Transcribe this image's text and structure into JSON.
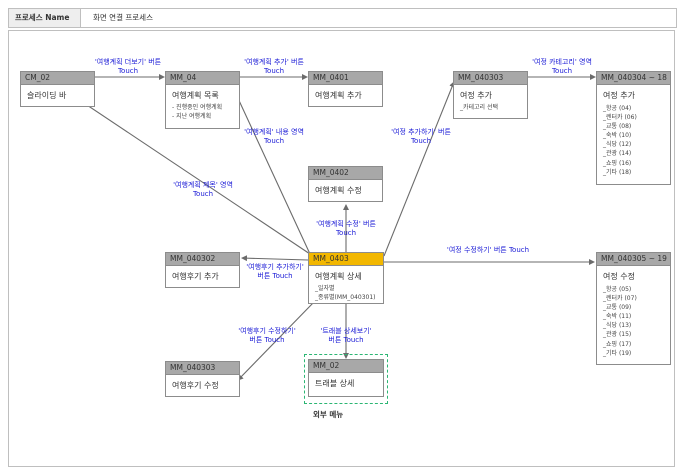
{
  "header": {
    "label": "프로세스 Name",
    "value": "화면 연결 프로세스"
  },
  "nodes": {
    "cm02": {
      "id": "CM_02",
      "title": "슬라이딩 바"
    },
    "mm04": {
      "id": "MM_04",
      "title": "여행계획 목록",
      "sub": [
        "- 진행중인 여행계획",
        "- 지난 여행계획"
      ]
    },
    "mm0401": {
      "id": "MM_0401",
      "title": "여행계획 추가"
    },
    "mm040303a": {
      "id": "MM_040303",
      "title": "여정 추가",
      "sub": [
        "_카테고리 선택"
      ]
    },
    "mm040304": {
      "id": "MM_040304 ~ 18",
      "title": "여정 추가",
      "items": [
        "_항공 (04)",
        "_렌터카 (06)",
        "_교통 (08)",
        "_숙박 (10)",
        "_식당 (12)",
        "_관광 (14)",
        "_쇼핑 (16)",
        "_기타 (18)"
      ]
    },
    "mm0402": {
      "id": "MM_0402",
      "title": "여행계획 수정"
    },
    "mm040302": {
      "id": "MM_040302",
      "title": "여행후기 추가"
    },
    "mm0403": {
      "id": "MM_0403",
      "title": "여행계획 상세",
      "sub": [
        "_일자별",
        "_종류별(MM_040301)"
      ]
    },
    "mm040305": {
      "id": "MM_040305 ~ 19",
      "title": "여정 수정",
      "items": [
        "_항공 (05)",
        "_렌터카 (07)",
        "_교통 (09)",
        "_숙박 (11)",
        "_식당 (13)",
        "_관광 (15)",
        "_쇼핑 (17)",
        "_기타 (19)"
      ]
    },
    "mm040303b": {
      "id": "MM_040303",
      "title": "여행후기 수정"
    },
    "mm02": {
      "id": "MM_02",
      "title": "트래블 상세"
    }
  },
  "edge_labels": {
    "more": [
      "'여행계획 더보기' 버튼",
      "Touch"
    ],
    "add_plan": [
      "'여행계획 추가' 버튼",
      "Touch"
    ],
    "category": [
      "'여정 카테고리' 영역",
      "Touch"
    ],
    "plan_content": [
      "'여행계획' 내용 영역",
      "Touch"
    ],
    "add_itin": [
      "'여정 추가하기' 버튼",
      "Touch"
    ],
    "plan_title": [
      "'여행계획 제목' 영역",
      "Touch"
    ],
    "edit_plan": [
      "'여행계획 수정' 버튼",
      "Touch"
    ],
    "edit_itin": [
      "'여정 수정하기' 버튼 Touch"
    ],
    "add_review": [
      "'여행후기 추가하기'",
      "버튼 Touch"
    ],
    "edit_review": [
      "'여행후기 수정하기'",
      "버튼 Touch"
    ],
    "trouble": [
      "'트래블 상세보기'",
      "버튼 Touch"
    ]
  },
  "external_label": "외부 메뉴",
  "colors": {
    "node_header": "#a8a8a8",
    "highlight": "#f2b700",
    "label_text": "#1a1ad6",
    "external_border": "#2bb673",
    "line": "#6b6b6b"
  }
}
